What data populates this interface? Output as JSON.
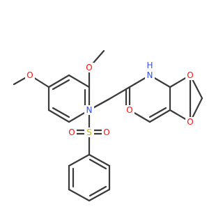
{
  "molecule": {
    "colors": {
      "bond": "#3a3a3a",
      "O": "#ff0d0d",
      "N": "#3050f8",
      "S": "#c8b400",
      "H": "#3050f8"
    },
    "atoms": {
      "o_methoxy_top": "O",
      "o_methoxy_left": "O",
      "n_sulfonamide": "N",
      "s_sulfonyl": "S",
      "o_sulfonyl_left": "O",
      "o_sulfonyl_right": "O",
      "o_carbonyl": "O",
      "n_amide": "N",
      "h_amide": "H",
      "o_dioxole_top": "O",
      "o_dioxole_bottom": "O"
    }
  }
}
